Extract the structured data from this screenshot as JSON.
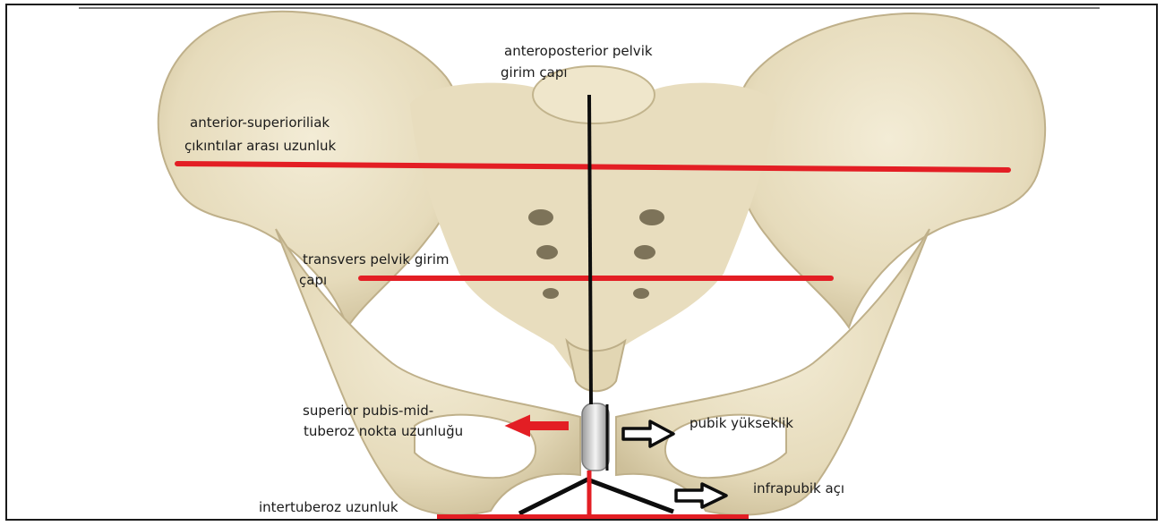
{
  "labels": {
    "ap_line1": "anteroposterior pelvik",
    "ap_line2": "girim çapı",
    "asis_line1": "anterior-superioriliak",
    "asis_line2": "çıkıntılar arası uzunluk",
    "trans_line1": "transvers pelvik girim",
    "trans_line2": "çapı",
    "sp_line1": "superior pubis-mid-",
    "sp_line2": "tuberoz nokta uzunluğu",
    "pubic_height": "pubik yükseklik",
    "infrapubic": "infrapubik açı",
    "intertuberous": "intertuberoz uzunluk"
  },
  "colors": {
    "measure_red": "#e31e24",
    "measure_black": "#0d0d0d",
    "bone": "#e9dfc2",
    "bone_shadow": "#cbbd98"
  }
}
